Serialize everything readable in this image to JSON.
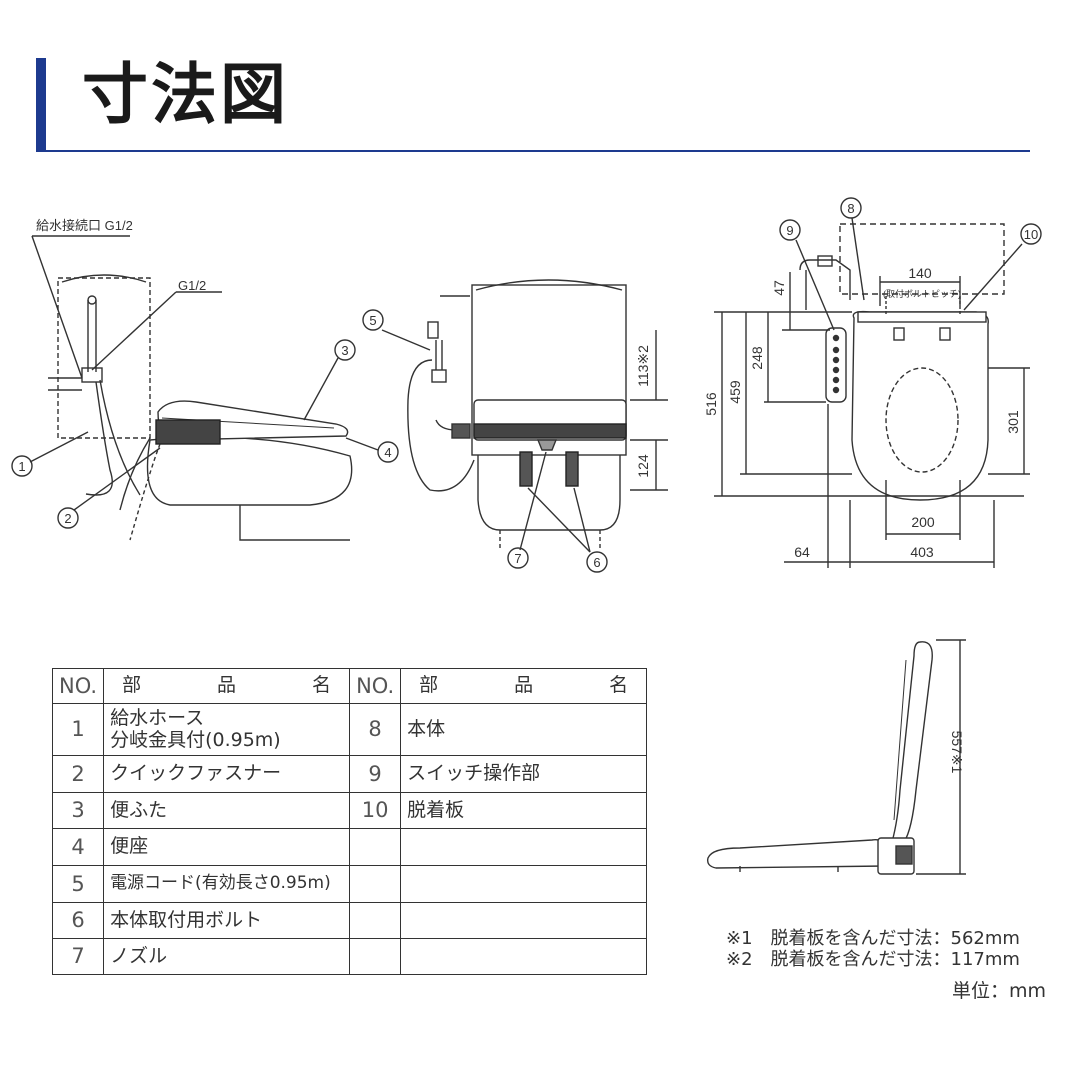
{
  "title": "寸法図",
  "side_view": {
    "water_inlet_label": "給水接続口 G1/2",
    "branch_label": "G1/2",
    "callouts": [
      "1",
      "2",
      "3",
      "4"
    ]
  },
  "rear_view": {
    "callouts": [
      "5",
      "7",
      "6"
    ],
    "dim_upper": "113※2",
    "dim_lower": "124"
  },
  "top_view": {
    "callouts": [
      "9",
      "8",
      "10"
    ],
    "bolt_pitch": "140",
    "bolt_pitch_note": "(取付ボルトピッチ)",
    "dim_47": "47",
    "dim_248": "248",
    "dim_459": "459",
    "dim_516": "516",
    "dim_301": "301",
    "dim_200": "200",
    "dim_64": "64",
    "dim_403": "403"
  },
  "lid_view": {
    "dim_height": "557※1"
  },
  "parts_table": {
    "header": {
      "no": "NO.",
      "name": [
        "部",
        "品",
        "名"
      ]
    },
    "left": [
      {
        "no": "1",
        "name": "給水ホース",
        "name2": "分岐金具付(0.95m)"
      },
      {
        "no": "2",
        "name": "クイックファスナー"
      },
      {
        "no": "3",
        "name": "便ふた"
      },
      {
        "no": "4",
        "name": "便座"
      },
      {
        "no": "5",
        "name": "電源コード(有効長さ0.95m)"
      },
      {
        "no": "6",
        "name": "本体取付用ボルト"
      },
      {
        "no": "7",
        "name": "ノズル"
      }
    ],
    "right": [
      {
        "no": "8",
        "name": "本体"
      },
      {
        "no": "9",
        "name": "スイッチ操作部"
      },
      {
        "no": "10",
        "name": "脱着板"
      }
    ]
  },
  "notes": [
    "※1　脱着板を含んだ寸法：562mm",
    "※2　脱着板を含んだ寸法：117mm"
  ],
  "unit": "単位：mm"
}
